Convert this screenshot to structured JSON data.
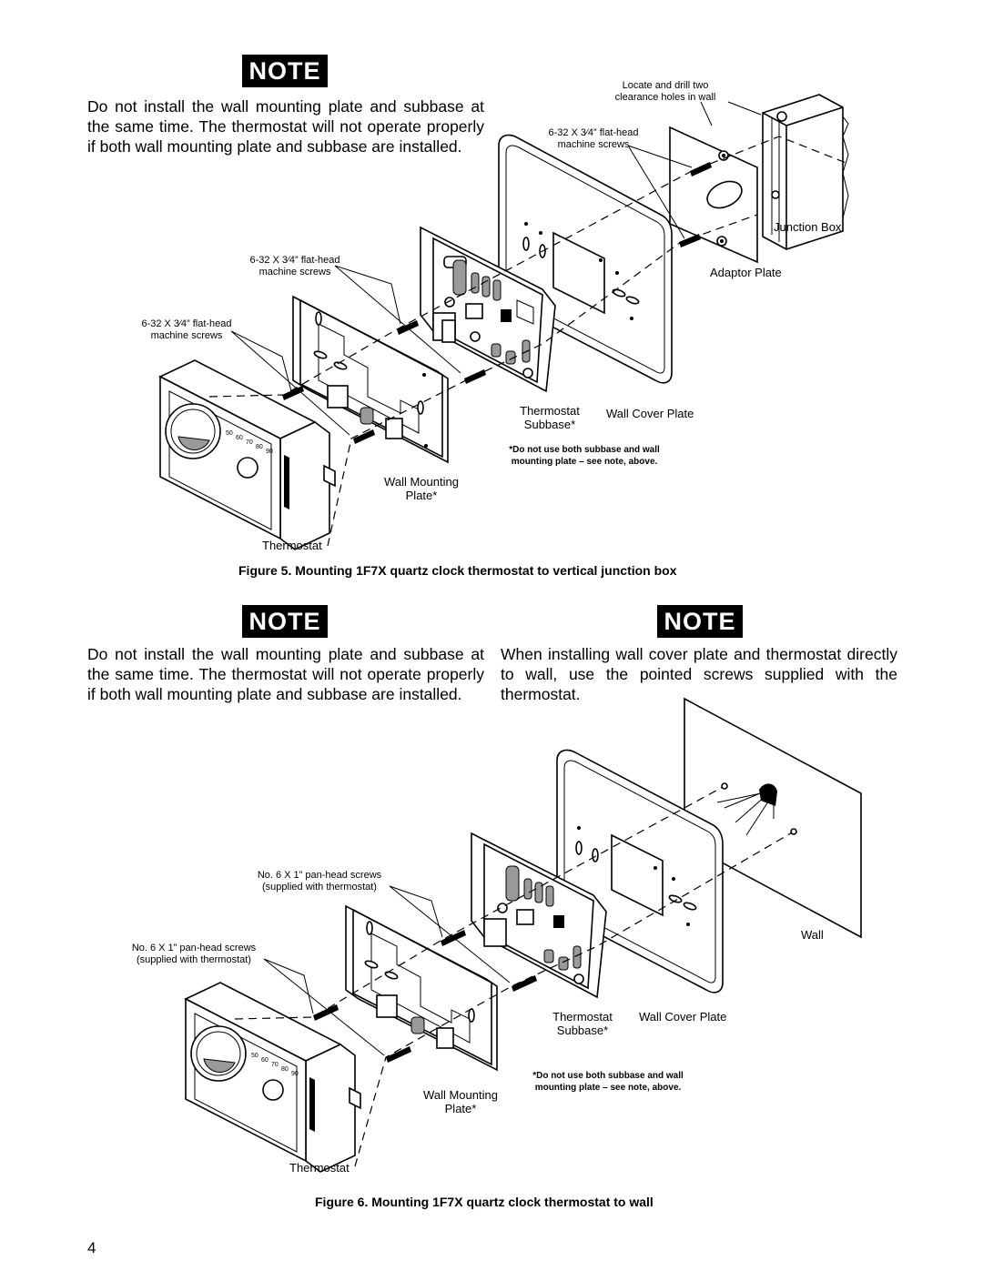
{
  "notes": {
    "note1": {
      "badge": "NOTE",
      "text": "Do not install the wall mounting plate and subbase at the same time. The thermostat will not operate properly if both wall mounting plate and subbase are installed."
    },
    "note2": {
      "badge": "NOTE",
      "text": "Do not install the wall mounting plate and subbase at the same time. The thermostat will not operate properly if both wall mounting plate and subbase are installed."
    },
    "note3": {
      "badge": "NOTE",
      "text": "When installing wall cover plate and thermostat directly to wall, use the pointed screws supplied with the thermostat."
    }
  },
  "figure5": {
    "labels": {
      "drill_holes": "Locate and drill two clearance holes in wall",
      "screws_top": "6-32 X 3⁄4” flat-head machine screws",
      "junction_box": "Junction Box",
      "adaptor_plate": "Adaptor Plate",
      "screws_mid": "6-32 X 3⁄4” flat-head machine screws",
      "screws_left": "6-32 X 3⁄4” flat-head machine screws",
      "thermostat_subbase": "Thermostat Subbase*",
      "wall_cover_plate": "Wall Cover Plate",
      "warning": "*Do not use both subbase and wall mounting plate – see note, above.",
      "wall_mounting_plate": "Wall Mounting Plate*",
      "thermostat": "Thermostat"
    },
    "caption": "Figure 5. Mounting 1F7X quartz clock thermostat to vertical junction box"
  },
  "figure6": {
    "labels": {
      "screws_mid": "No. 6 X 1” pan-head screws (supplied with thermostat)",
      "screws_left": "No. 6 X 1” pan-head screws (supplied with thermostat)",
      "wall": "Wall",
      "thermostat_subbase": "Thermostat Subbase*",
      "wall_cover_plate": "Wall Cover Plate",
      "warning": "*Do not use both subbase and wall mounting plate – see note, above.",
      "wall_mounting_plate": "Wall Mounting Plate*",
      "thermostat": "Thermostat"
    },
    "caption": "Figure 6. Mounting 1F7X quartz clock thermostat to wall"
  },
  "thermostat_scale": [
    "50",
    "60",
    "70",
    "80",
    "90"
  ],
  "page_number": "4"
}
